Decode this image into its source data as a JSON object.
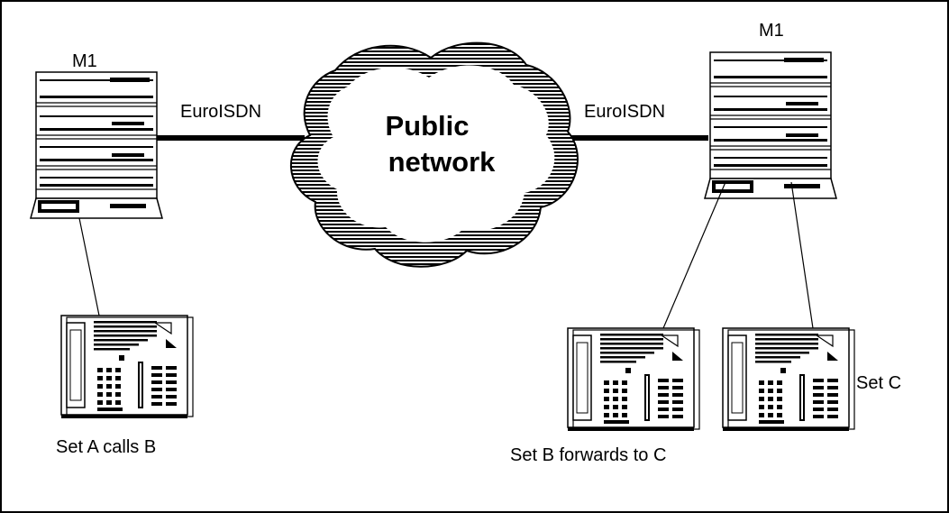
{
  "diagram": {
    "left_switch": {
      "label": "M1"
    },
    "right_switch": {
      "label": "M1"
    },
    "left_link": {
      "label": "EuroISDN"
    },
    "right_link": {
      "label": "EuroISDN"
    },
    "cloud": {
      "line1": "Public",
      "line2": "network"
    },
    "set_a": {
      "label": "Set A calls B"
    },
    "set_b": {
      "label": "Set B forwards to C"
    },
    "set_c": {
      "label": "Set C"
    }
  }
}
